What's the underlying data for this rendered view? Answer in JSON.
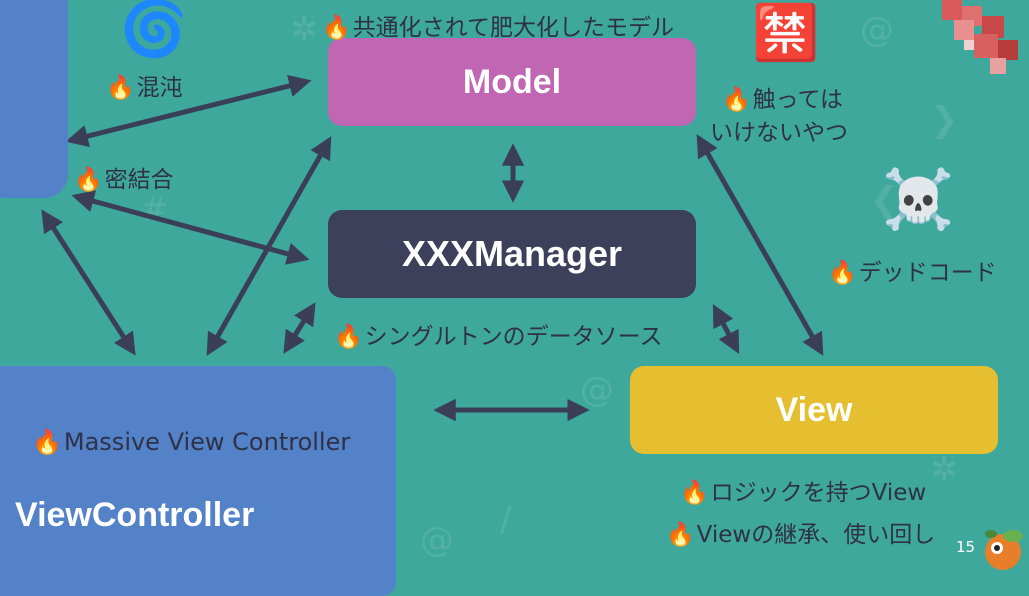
{
  "boxes": {
    "model": "Model",
    "manager": "XXXManager",
    "view": "View",
    "viewcontroller": "ViewController"
  },
  "labels": {
    "model_note": "共通化されて肥大化したモデル",
    "chaos": "混沌",
    "tight_coupling": "密結合",
    "dont_touch_1": "触っては",
    "dont_touch_2": "いけないやつ",
    "dead_code": "デッドコード",
    "singleton": "シングルトンのデータソース",
    "massive_vc": "Massive View Controller",
    "logic_view": "ロジックを持つView",
    "view_inheritance": "Viewの継承、使い回し"
  },
  "slide_number": "15",
  "colors": {
    "background": "#3fa89c",
    "model": "#c066b3",
    "manager": "#3c405a",
    "view": "#e5bf30",
    "viewcontroller": "#5482c8",
    "arrow": "#3a3e58"
  },
  "icons": [
    "cyclone-icon",
    "prohibited-icon",
    "skull-crossbones-icon",
    "fire-icon"
  ]
}
